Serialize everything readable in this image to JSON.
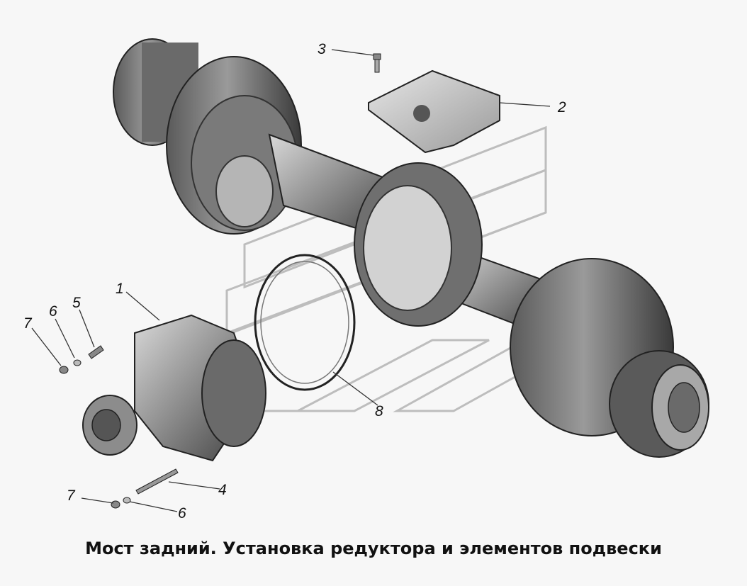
{
  "caption": "Мост задний. Установка редуктора и элементов подвески",
  "callouts": {
    "c1": "1",
    "c2": "2",
    "c3": "3",
    "c4": "4",
    "c5": "5",
    "c6a": "6",
    "c6b": "6",
    "c7a": "7",
    "c7b": "7",
    "c8": "8"
  },
  "colors": {
    "background": "#f7f7f7",
    "metal_dark": "#4a4a4a",
    "metal_mid": "#8a8a8a",
    "metal_light": "#c8c8c8",
    "ink": "#111111"
  }
}
